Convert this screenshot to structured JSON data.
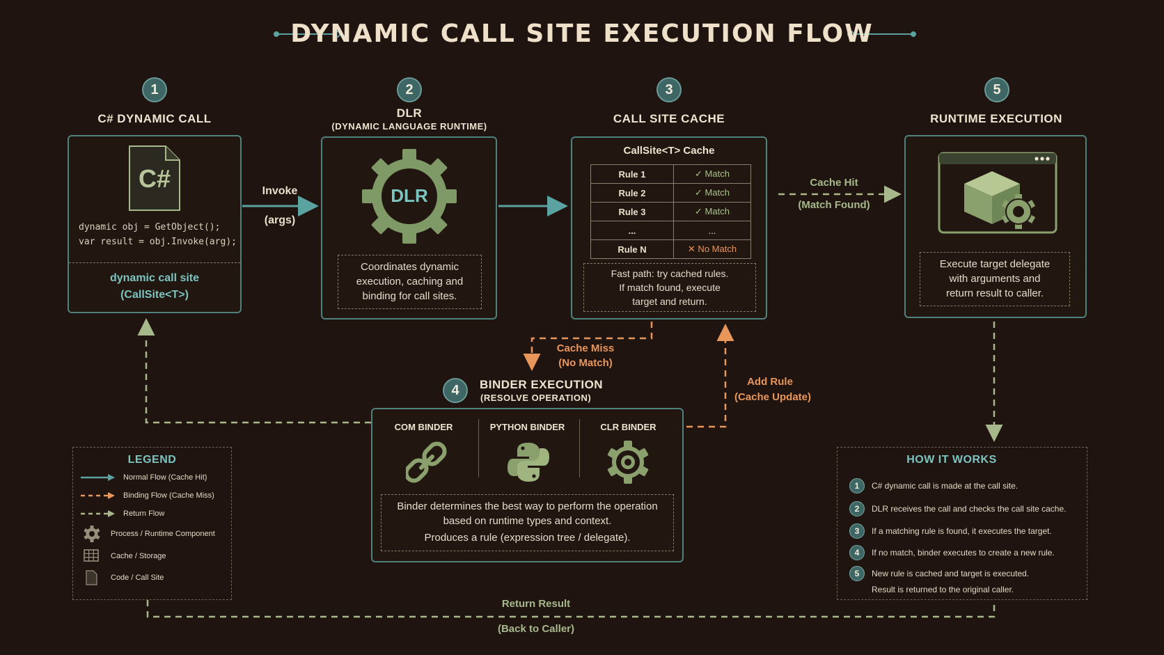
{
  "title": "DYNAMIC CALL SITE EXECUTION FLOW",
  "steps": {
    "s1": {
      "num": "1",
      "title": "C# DYNAMIC CALL",
      "file_label": "C#",
      "code_line1": "dynamic obj = GetObject();",
      "code_line2": "var result = obj.Invoke(arg);",
      "caption_line1": "dynamic call site",
      "caption_line2": "(CallSite<T>)"
    },
    "s2": {
      "num": "2",
      "title": "DLR",
      "subtitle": "(DYNAMIC LANGUAGE RUNTIME)",
      "gear_label": "DLR",
      "desc_line1": "Coordinates dynamic",
      "desc_line2": "execution, caching and",
      "desc_line3": "binding for call sites."
    },
    "s3": {
      "num": "3",
      "title": "CALL SITE CACHE",
      "table_title": "CallSite<T> Cache",
      "rows": [
        {
          "rule": "Rule 1",
          "result": "✓ Match"
        },
        {
          "rule": "Rule 2",
          "result": "✓ Match"
        },
        {
          "rule": "Rule 3",
          "result": "✓ Match"
        },
        {
          "rule": "...",
          "result": "..."
        },
        {
          "rule": "Rule N",
          "result": "✕ No Match"
        }
      ],
      "desc_line1": "Fast path: try cached rules.",
      "desc_line2": "If match found, execute",
      "desc_line3": "target and return."
    },
    "s4": {
      "num": "4",
      "title": "BINDER EXECUTION",
      "subtitle": "(RESOLVE OPERATION)",
      "binder1": "COM BINDER",
      "binder2": "PYTHON BINDER",
      "binder3": "CLR BINDER",
      "desc_line1": "Binder determines the best way to perform the operation",
      "desc_line2": "based on runtime types and context.",
      "desc_line3": "Produces a rule (expression tree / delegate)."
    },
    "s5": {
      "num": "5",
      "title": "RUNTIME EXECUTION",
      "desc_line1": "Execute target delegate",
      "desc_line2": "with arguments and",
      "desc_line3": "return result to caller."
    }
  },
  "arrows": {
    "invoke": "Invoke",
    "args": "(args)",
    "cache_hit": "Cache Hit",
    "match_found": "(Match Found)",
    "cache_miss": "Cache Miss",
    "no_match": "(No Match)",
    "add_rule": "Add Rule",
    "cache_update": "(Cache Update)",
    "return_result": "Return Result",
    "back_to_caller": "(Back to Caller)"
  },
  "legend": {
    "title": "LEGEND",
    "items": [
      "Normal Flow (Cache Hit)",
      "Binding Flow (Cache Miss)",
      "Return Flow",
      "Process / Runtime Component",
      "Cache / Storage",
      "Code / Call Site"
    ]
  },
  "how": {
    "title": "HOW IT WORKS",
    "items": [
      {
        "n": "1",
        "text": "C# dynamic call is made at the call site."
      },
      {
        "n": "2",
        "text": "DLR receives the call and checks the call site cache."
      },
      {
        "n": "3",
        "text": "If a matching rule is found, it executes the target."
      },
      {
        "n": "4",
        "text": "If no match, binder executes to create a new rule."
      },
      {
        "n": "5",
        "text": "New rule is cached and target is executed."
      }
    ],
    "item5_line2": "Result is returned to the original caller."
  },
  "colors": {
    "background": "#201410",
    "teal": "#5aa3a0",
    "orange": "#e8965a",
    "green": "#a7b98a"
  }
}
